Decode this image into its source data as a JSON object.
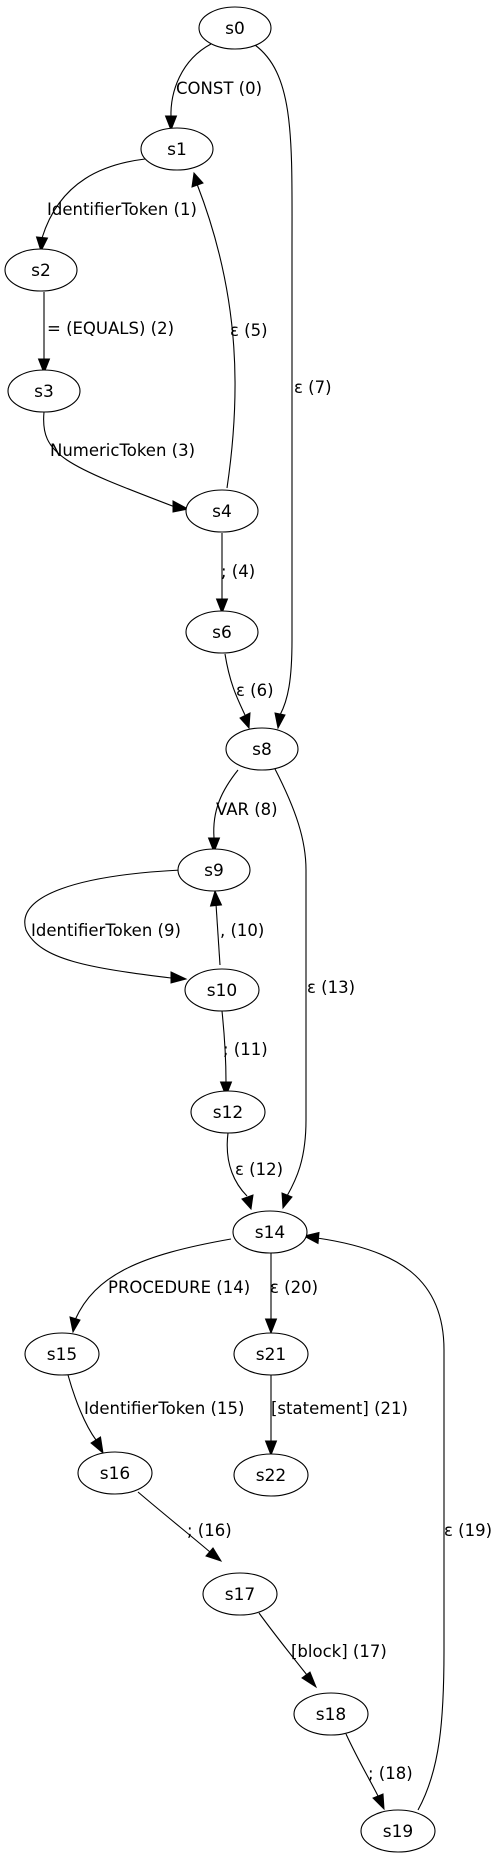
{
  "nodes": {
    "s0": "s0",
    "s1": "s1",
    "s2": "s2",
    "s3": "s3",
    "s4": "s4",
    "s6": "s6",
    "s8": "s8",
    "s9": "s9",
    "s10": "s10",
    "s12": "s12",
    "s14": "s14",
    "s15": "s15",
    "s16": "s16",
    "s17": "s17",
    "s18": "s18",
    "s19": "s19",
    "s21": "s21",
    "s22": "s22"
  },
  "edges": [
    {
      "from": "s0",
      "to": "s1",
      "label": "CONST (0)"
    },
    {
      "from": "s1",
      "to": "s2",
      "label": "IdentifierToken (1)"
    },
    {
      "from": "s2",
      "to": "s3",
      "label": "= (EQUALS) (2)"
    },
    {
      "from": "s3",
      "to": "s4",
      "label": "NumericToken (3)"
    },
    {
      "from": "s4",
      "to": "s6",
      "label": "; (4)"
    },
    {
      "from": "s4",
      "to": "s1",
      "label": "ε (5)"
    },
    {
      "from": "s6",
      "to": "s8",
      "label": "ε (6)"
    },
    {
      "from": "s0",
      "to": "s8",
      "label": "ε (7)"
    },
    {
      "from": "s8",
      "to": "s9",
      "label": "VAR (8)"
    },
    {
      "from": "s9",
      "to": "s10",
      "label": "IdentifierToken (9)"
    },
    {
      "from": "s10",
      "to": "s9",
      "label": ", (10)"
    },
    {
      "from": "s10",
      "to": "s12",
      "label": "; (11)"
    },
    {
      "from": "s12",
      "to": "s14",
      "label": "ε (12)"
    },
    {
      "from": "s8",
      "to": "s14",
      "label": "ε (13)"
    },
    {
      "from": "s14",
      "to": "s15",
      "label": "PROCEDURE (14)"
    },
    {
      "from": "s15",
      "to": "s16",
      "label": "IdentifierToken (15)"
    },
    {
      "from": "s16",
      "to": "s17",
      "label": "; (16)"
    },
    {
      "from": "s17",
      "to": "s18",
      "label": "[block] (17)"
    },
    {
      "from": "s18",
      "to": "s19",
      "label": "; (18)"
    },
    {
      "from": "s19",
      "to": "s14",
      "label": "ε (19)"
    },
    {
      "from": "s14",
      "to": "s21",
      "label": "ε (20)"
    },
    {
      "from": "s21",
      "to": "s22",
      "label": "[statement] (21)"
    }
  ]
}
